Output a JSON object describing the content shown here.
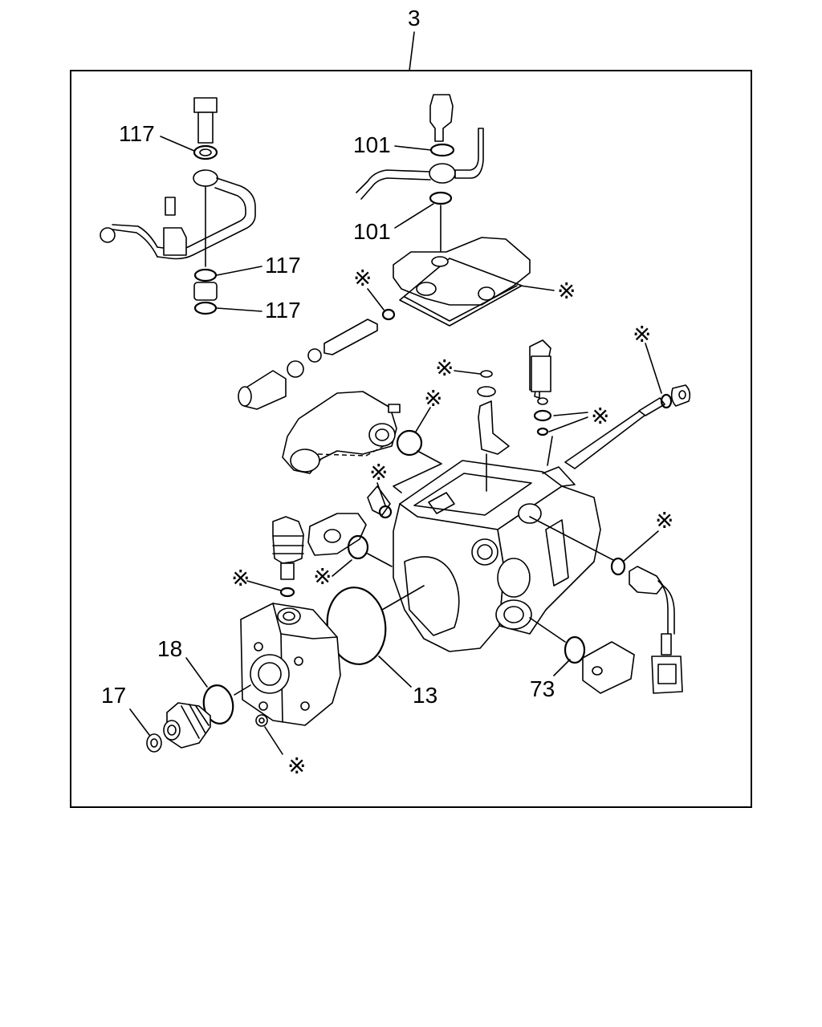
{
  "assembly_label": "3",
  "labels": {
    "p117_top": "117",
    "p117_mid": "117",
    "p117_bot": "117",
    "p101_top": "101",
    "p101_bot": "101",
    "p18": "18",
    "p17": "17",
    "p13": "13",
    "p73": "73",
    "note_mark": "※"
  },
  "colors": {
    "line": "#000000",
    "background": "#ffffff"
  }
}
